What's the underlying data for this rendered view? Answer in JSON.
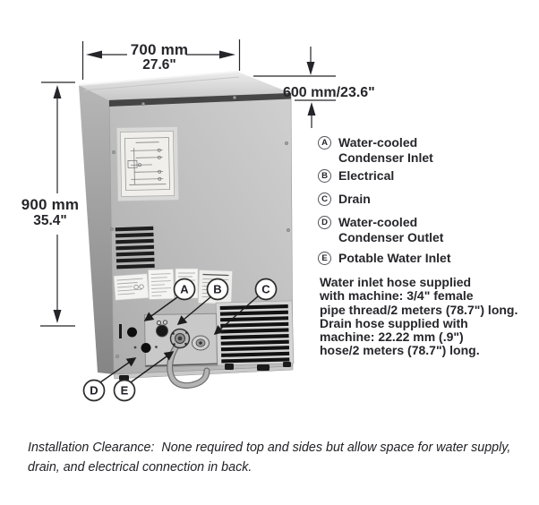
{
  "dimensions": {
    "width_mm": "700 mm",
    "width_in": "27.6\"",
    "depth": "600 mm/23.6\"",
    "height_mm": "900 mm",
    "height_in": "35.4\""
  },
  "machine": {
    "callout_letters": [
      "A",
      "B",
      "C",
      "D",
      "E"
    ]
  },
  "legend": {
    "items": [
      {
        "letter": "A",
        "label": "Water-cooled\nCondenser Inlet"
      },
      {
        "letter": "B",
        "label": "Electrical"
      },
      {
        "letter": "C",
        "label": "Drain"
      },
      {
        "letter": "D",
        "label": "Water-cooled\nCondenser Outlet"
      },
      {
        "letter": "E",
        "label": "Potable Water Inlet"
      }
    ]
  },
  "notes": {
    "hose_info": "Water inlet hose supplied\nwith machine: 3/4\" female\npipe thread/2 meters (78.7\") long.\nDrain hose supplied with\nmachine: 22.22 mm (.9\")\nhose/2 meters (78.7\") long.",
    "installation": "Installation Clearance:  None required top and sides but allow space for water supply,\ndrain, and electrical connection in back."
  },
  "colors": {
    "ink": "#26262b",
    "metal_light": "#dadada",
    "metal_mid": "#bcbcbc",
    "metal_dark": "#8e8e8e",
    "vent_slat": "#161616",
    "callout_stroke": "#2b2b2b"
  }
}
